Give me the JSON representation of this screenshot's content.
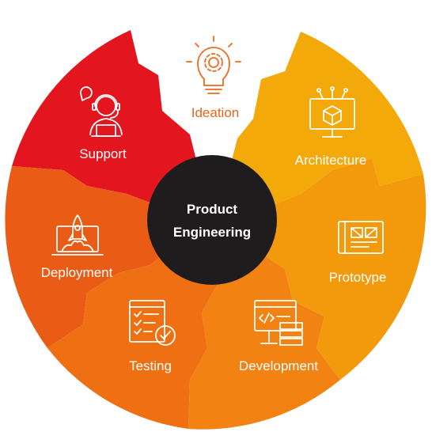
{
  "center": {
    "line1": "Product",
    "line2": "Engineering"
  },
  "segments": [
    {
      "label": "Ideation",
      "icon": "lightbulb-gear-icon",
      "color": "#ffffff",
      "text_color": "#e8651a"
    },
    {
      "label": "Architecture",
      "icon": "monitor-cube-icon",
      "color": "#f4a90a"
    },
    {
      "label": "Prototype",
      "icon": "blueprint-icon",
      "color": "#f39a0c"
    },
    {
      "label": "Development",
      "icon": "code-window-icon",
      "color": "#f28312"
    },
    {
      "label": "Testing",
      "icon": "checklist-icon",
      "color": "#ee7013"
    },
    {
      "label": "Deployment",
      "icon": "rocket-laptop-icon",
      "color": "#ea5c16"
    },
    {
      "label": "Support",
      "icon": "headset-agent-icon",
      "color": "#e3161f"
    }
  ],
  "colors": {
    "center": "#1f1c1d",
    "icon_on_white": "#ef6a1e"
  }
}
